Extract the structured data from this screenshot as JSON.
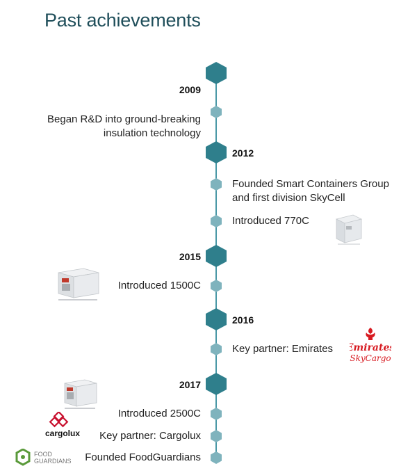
{
  "title": "Past achievements",
  "years": [
    "2009",
    "2012",
    "2015",
    "2016",
    "2017"
  ],
  "events": {
    "e2009_rd_line1": "Began R&D into ground-breaking",
    "e2009_rd_line2": "insulation technology",
    "e2012_founded_line1": "Founded Smart Containers Group",
    "e2012_founded_line2": "and first division SkyCell",
    "e2012_770c": "Introduced 770C",
    "e2015_1500c": "Introduced 1500C",
    "e2016_emirates": "Key partner: Emirates",
    "e2017_2500c": "Introduced 2500C",
    "e2017_cargolux": "Key partner: Cargolux",
    "e2017_foodguardians": "Founded FoodGuardians"
  },
  "logos": {
    "emirates_line1": "Emirates",
    "emirates_line2": "SkyCargo",
    "cargolux": "cargolux",
    "foodguardians_line1": "FOOD",
    "foodguardians_line2": "GUARDIANS"
  },
  "colors": {
    "major_node": "#2f7f8c",
    "minor_node": "#7fb3bd",
    "line": "#4a98a6",
    "title": "#1f4e5a",
    "emirates": "#d71a21",
    "cargolux": "#c8102e",
    "foodguardians": "#5a9a3a"
  }
}
